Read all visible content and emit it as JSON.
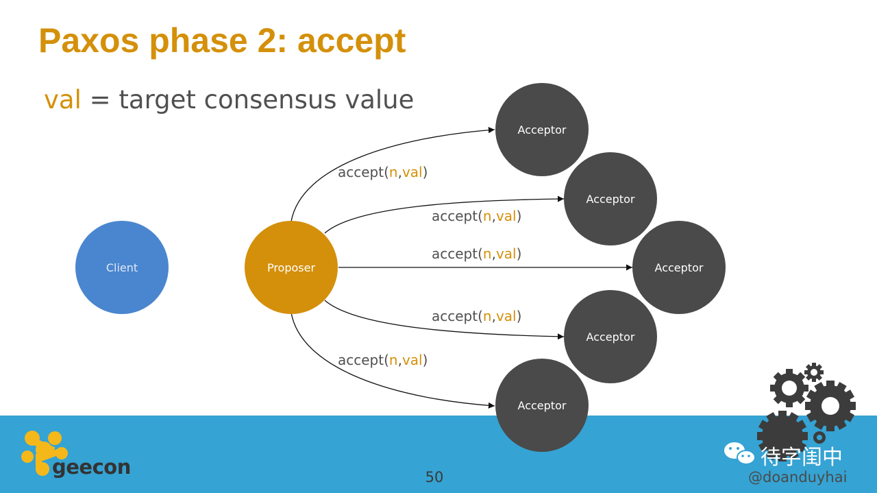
{
  "slide": {
    "title": "Paxos phase 2: accept",
    "subtitle_var": "val",
    "subtitle_rest": " = target consensus value",
    "page_number": "50",
    "footer_logo_text": "geecon",
    "handle": "@doanduyhai",
    "watermark_text": "待字闺中"
  },
  "diagram": {
    "nodes": {
      "client": "Client",
      "proposer": "Proposer",
      "acceptors": [
        "Acceptor",
        "Acceptor",
        "Acceptor",
        "Acceptor",
        "Acceptor"
      ]
    },
    "message": {
      "prefix": "accept(",
      "n": "n",
      "sep": ",",
      "val": "val",
      "suffix": ")"
    }
  },
  "colors": {
    "title": "#d4900a",
    "client": "#4a86cf",
    "proposer": "#d4900a",
    "acceptor": "#4a4a4a",
    "footer": "#35a3d3"
  },
  "icons": [
    "geecon-logo-icon",
    "gears-icon",
    "wechat-icon"
  ]
}
